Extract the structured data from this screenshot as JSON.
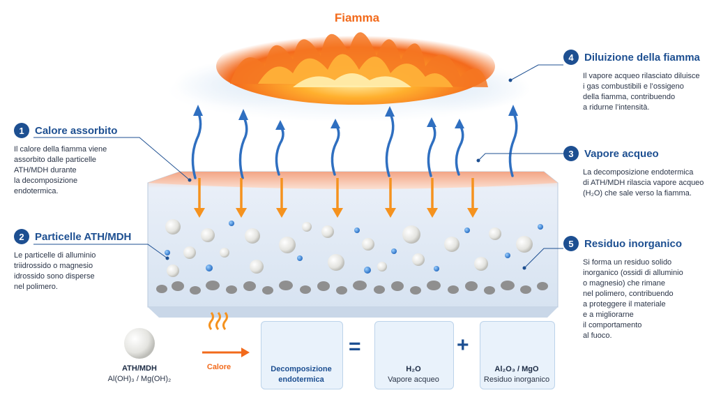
{
  "flame_label": "Fiamma",
  "callouts": [
    {
      "number": "1",
      "title": "Calore assorbito",
      "lines": [
        "Il calore della fiamma viene",
        "assorbito dalle particelle",
        "ATH/MDH durante",
        "la decomposizione",
        "endotermica."
      ]
    },
    {
      "number": "2",
      "title": "Particelle ATH/MDH",
      "lines": [
        "Le particelle di alluminio",
        "triidrossido o magnesio",
        "idrossido sono disperse",
        "nel polimero."
      ]
    },
    {
      "number": "3",
      "title": "Vapore acqueo",
      "lines": [
        "La decomposizione endotermica",
        "di ATH/MDH rilascia vapore acqueo",
        "(H₂O) che sale verso la fiamma."
      ]
    },
    {
      "number": "4",
      "title": "Diluizione della fiamma",
      "lines": [
        "Il vapore acqueo rilasciato diluisce",
        "i gas combustibili e l’ossigeno",
        "della fiamma, contribuendo",
        "a ridurne l’intensità."
      ]
    },
    {
      "number": "5",
      "title": "Residuo inorganico",
      "lines": [
        "Si forma un residuo solido",
        "inorganico (ossidi di alluminio",
        "o magnesio) che rimane",
        "nel polimero, contribuendo",
        "a proteggere il materiale",
        "e a migliorarne",
        "il comportamento",
        "al fuoco."
      ]
    }
  ],
  "equation": {
    "reactant_name": "ATH/MDH",
    "reactant_formula": "Al(OH)₃ / Mg(OH)₂",
    "heat_label": "Calore",
    "process_line1": "Decomposizione",
    "process_line2": "endotermica",
    "equals": "=",
    "plus": "+",
    "product1_name": "H₂O",
    "product1_desc": "Vapore acqueo",
    "product2_name": "Al₂O₃ / MgO",
    "product2_desc": "Residuo inorganico"
  },
  "colors": {
    "accent_blue": "#1d4f91",
    "flame_orange": "#f26a1b",
    "heat_arrow": "#f5921e",
    "vapor_arrow": "#2f6fc0",
    "box_fill": "#e9f2fb"
  }
}
